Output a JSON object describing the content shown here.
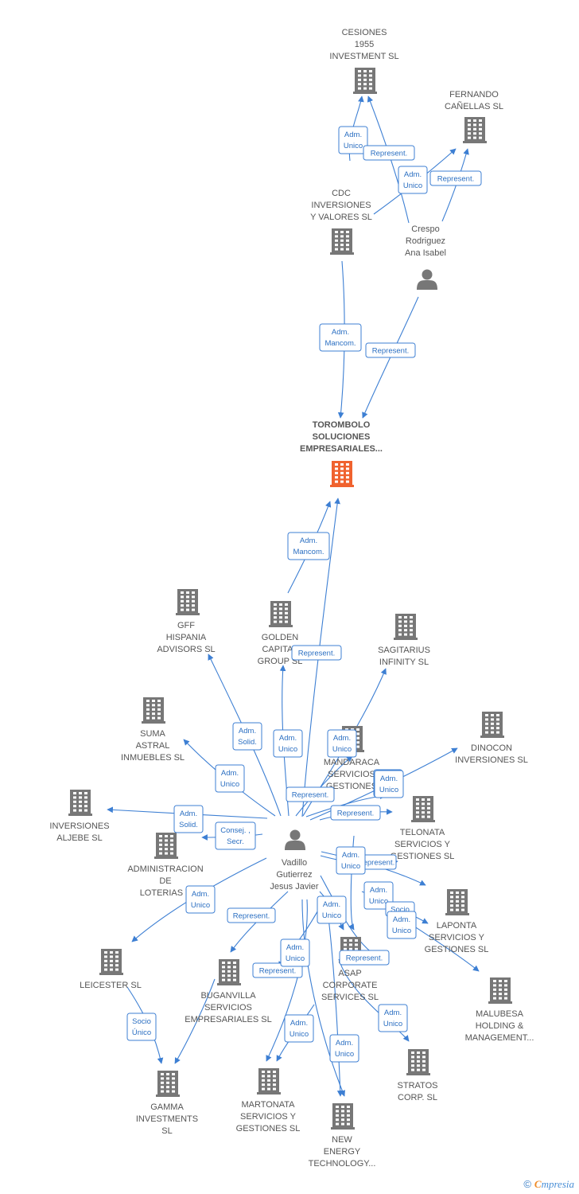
{
  "colors": {
    "edge": "#3d7fd3",
    "building": "#777777",
    "focus": "#f0622e",
    "person": "#777777",
    "label": "#555555"
  },
  "nodes": [
    {
      "id": "cesiones",
      "type": "company",
      "lines": [
        "CESIONES",
        "1955",
        "INVESTMENT SL"
      ]
    },
    {
      "id": "fernando",
      "type": "company",
      "lines": [
        "FERNANDO",
        "CAÑELLAS SL"
      ]
    },
    {
      "id": "cdc",
      "type": "company",
      "lines": [
        "CDC",
        "INVERSIONES",
        "Y VALORES SL"
      ]
    },
    {
      "id": "crespo",
      "type": "person",
      "lines": [
        "Crespo",
        "Rodriguez",
        "Ana Isabel"
      ]
    },
    {
      "id": "torombolo",
      "type": "focus",
      "lines": [
        "TOROMBOLO",
        "SOLUCIONES",
        "EMPRESARIALES..."
      ]
    },
    {
      "id": "gff",
      "type": "company",
      "lines": [
        "GFF",
        "HISPANIA",
        "ADVISORS SL"
      ]
    },
    {
      "id": "golden",
      "type": "company",
      "lines": [
        "GOLDEN",
        "CAPITAL",
        "GROUP SL"
      ]
    },
    {
      "id": "sagitarius",
      "type": "company",
      "lines": [
        "SAGITARIUS",
        "INFINITY SL"
      ]
    },
    {
      "id": "suma",
      "type": "company",
      "lines": [
        "SUMA",
        "ASTRAL",
        "INMUEBLES SL"
      ]
    },
    {
      "id": "dinocon",
      "type": "company",
      "lines": [
        "DINOCON",
        "INVERSIONES SL"
      ]
    },
    {
      "id": "mandaraca",
      "type": "company",
      "lines": [
        "MANDARACA",
        "SERVICIOS",
        "GESTIONES"
      ]
    },
    {
      "id": "aljebe",
      "type": "company",
      "lines": [
        "INVERSIONES",
        "ALJEBE SL"
      ]
    },
    {
      "id": "telonata",
      "type": "company",
      "lines": [
        "TELONATA",
        "SERVICIOS Y",
        "GESTIONES SL"
      ]
    },
    {
      "id": "admloterias",
      "type": "company",
      "lines": [
        "ADMINISTRACION",
        "DE",
        "LOTERIAS Y"
      ]
    },
    {
      "id": "vadillo",
      "type": "person",
      "lines": [
        "Vadillo",
        "Gutierrez",
        "Jesus Javier"
      ]
    },
    {
      "id": "laponta",
      "type": "company",
      "lines": [
        "LAPONTA",
        "SERVICIOS Y",
        "GESTIONES SL"
      ]
    },
    {
      "id": "leicester",
      "type": "company",
      "lines": [
        "LEICESTER SL"
      ]
    },
    {
      "id": "buganvilla",
      "type": "company",
      "lines": [
        "BUGANVILLA",
        "SERVICIOS",
        "EMPRESARIALES SL"
      ]
    },
    {
      "id": "asap",
      "type": "company",
      "lines": [
        "ASAP",
        "CORPORATE",
        "SERVICES SL"
      ]
    },
    {
      "id": "malubesa",
      "type": "company",
      "lines": [
        "MALUBESA",
        "HOLDING &",
        "MANAGEMENT..."
      ]
    },
    {
      "id": "stratos",
      "type": "company",
      "lines": [
        "STRATOS",
        "CORP.  SL"
      ]
    },
    {
      "id": "gamma",
      "type": "company",
      "lines": [
        "GAMMA",
        "INVESTMENTS",
        "SL"
      ]
    },
    {
      "id": "martonata",
      "type": "company",
      "lines": [
        "MARTONATA",
        "SERVICIOS Y",
        "GESTIONES SL"
      ]
    },
    {
      "id": "newenergy",
      "type": "company",
      "lines": [
        "NEW",
        "ENERGY",
        "TECHNOLOGY..."
      ]
    }
  ],
  "edge_labels": [
    {
      "lines": [
        "Adm.",
        "Unico"
      ]
    },
    {
      "lines": [
        "Represent."
      ]
    },
    {
      "lines": [
        "Adm.",
        "Unico"
      ]
    },
    {
      "lines": [
        "Represent."
      ]
    },
    {
      "lines": [
        "Adm.",
        "Mancom."
      ]
    },
    {
      "lines": [
        "Represent."
      ]
    },
    {
      "lines": [
        "Adm.",
        "Mancom."
      ]
    },
    {
      "lines": [
        "Represent."
      ]
    },
    {
      "lines": [
        "Adm.",
        "Solid."
      ]
    },
    {
      "lines": [
        "Adm.",
        "Unico"
      ]
    },
    {
      "lines": [
        "Adm.",
        "Unico"
      ]
    },
    {
      "lines": [
        "Adm.",
        "Unico"
      ]
    },
    {
      "lines": [
        "Adm.",
        "Solid."
      ]
    },
    {
      "lines": [
        "Represent."
      ]
    },
    {
      "lines": [
        "Represent."
      ]
    },
    {
      "lines": [
        "Adm.",
        "Solid."
      ]
    },
    {
      "lines": [
        "Consej. ,",
        "Secr."
      ]
    },
    {
      "lines": [
        "Adm.",
        "Unico"
      ]
    },
    {
      "lines": [
        "Represent."
      ]
    },
    {
      "lines": [
        "Adm.",
        "Unico"
      ]
    },
    {
      "lines": [
        "Adm.",
        "Unico"
      ]
    },
    {
      "lines": [
        "Socio"
      ]
    },
    {
      "lines": [
        "Adm.",
        "Unico"
      ]
    },
    {
      "lines": [
        "Represent."
      ]
    },
    {
      "lines": [
        "Adm.",
        "Unico"
      ]
    },
    {
      "lines": [
        "Adm.",
        "Unico"
      ]
    },
    {
      "lines": [
        "Represent."
      ]
    },
    {
      "lines": [
        "Represent."
      ]
    },
    {
      "lines": [
        "Adm.",
        "Unico"
      ]
    },
    {
      "lines": [
        "Adm.",
        "Unico"
      ]
    },
    {
      "lines": [
        "Adm.",
        "Unico"
      ]
    },
    {
      "lines": [
        "Socio",
        "Único"
      ]
    },
    {
      "lines": [
        "Adm.",
        "Unico"
      ]
    }
  ],
  "footer": {
    "copyright": "©",
    "brand_first": "C",
    "brand_rest": "mpresia"
  }
}
